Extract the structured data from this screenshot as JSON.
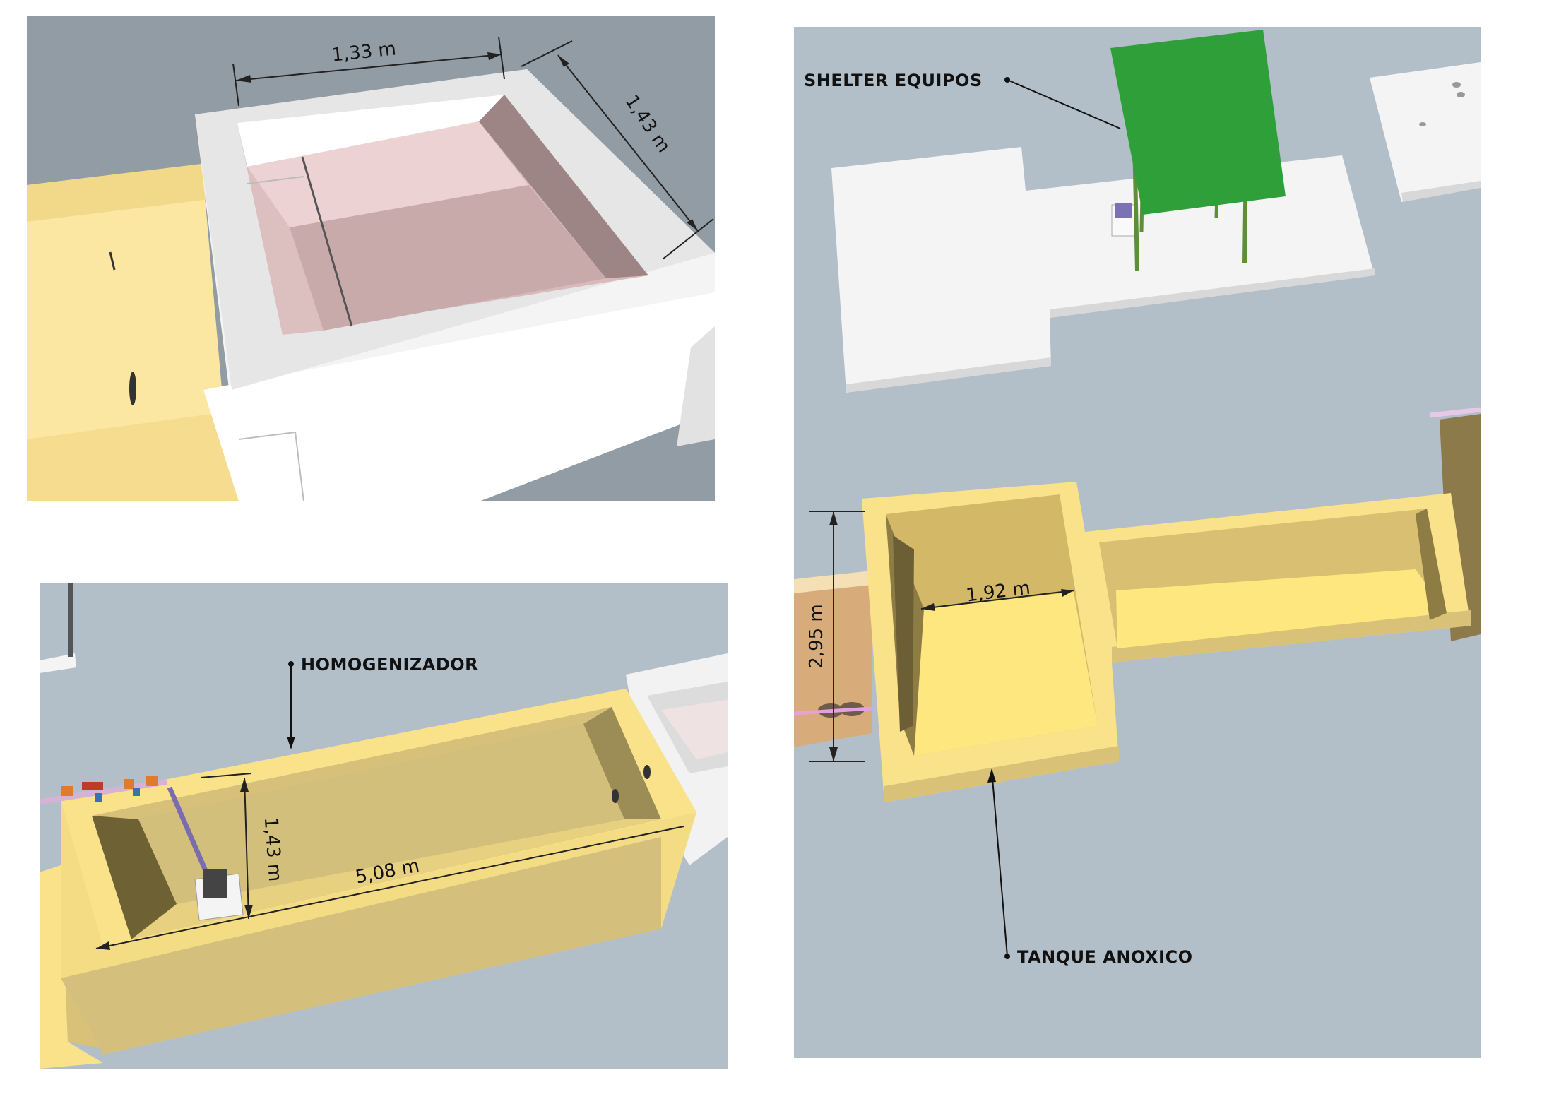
{
  "panels": {
    "top_left": {
      "dimensions": {
        "width": "1,33 m",
        "depth": "1,43 m"
      }
    },
    "bottom_left": {
      "callout": "HOMOGENIZADOR",
      "dimensions": {
        "height": "1,43 m",
        "length": "5,08 m"
      }
    },
    "right": {
      "callouts": {
        "shelter": "SHELTER EQUIPOS",
        "tank": "TANQUE ANOXICO"
      },
      "dimensions": {
        "inner_width": "1,92 m",
        "height": "2,95 m"
      }
    }
  },
  "colors": {
    "background_grey": "#929ca4",
    "background_blue": "#b2bec8",
    "concrete_white": "#f4f4f4",
    "yellow_tank": "#f9e28a",
    "yellow_dark": "#c9b26d",
    "shelter_green": "#2f9f3a"
  }
}
